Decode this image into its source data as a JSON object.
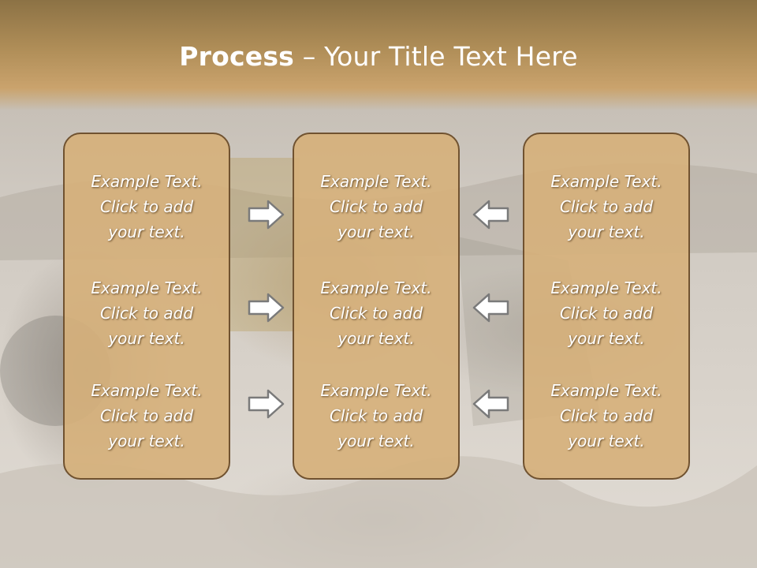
{
  "slide": {
    "title_bold": "Process",
    "title_rest": " – Your Title Text Here"
  },
  "columns": [
    {
      "items": [
        {
          "line1": "Example Text.",
          "line2": "Click  to add",
          "line3": "your text."
        },
        {
          "line1": "Example Text.",
          "line2": "Click  to add",
          "line3": "your text."
        },
        {
          "line1": "Example Text.",
          "line2": "Click  to add",
          "line3": "your text."
        }
      ]
    },
    {
      "items": [
        {
          "line1": "Example Text.",
          "line2": "Click  to add",
          "line3": "your text."
        },
        {
          "line1": "Example Text.",
          "line2": "Click  to add",
          "line3": "your text."
        },
        {
          "line1": "Example Text.",
          "line2": "Click  to add",
          "line3": "your text."
        }
      ]
    },
    {
      "items": [
        {
          "line1": "Example Text.",
          "line2": "Click  to add",
          "line3": "your text."
        },
        {
          "line1": "Example Text.",
          "line2": "Click  to add",
          "line3": "your text."
        },
        {
          "line1": "Example Text.",
          "line2": "Click  to add",
          "line3": "your text."
        }
      ]
    }
  ],
  "arrows": {
    "left_group": "arrow-right-icon",
    "right_group": "arrow-left-icon"
  },
  "colors": {
    "header": "#b08e58",
    "card_fill": "#d6b07a",
    "card_border": "#705230",
    "text": "#ffffff"
  }
}
